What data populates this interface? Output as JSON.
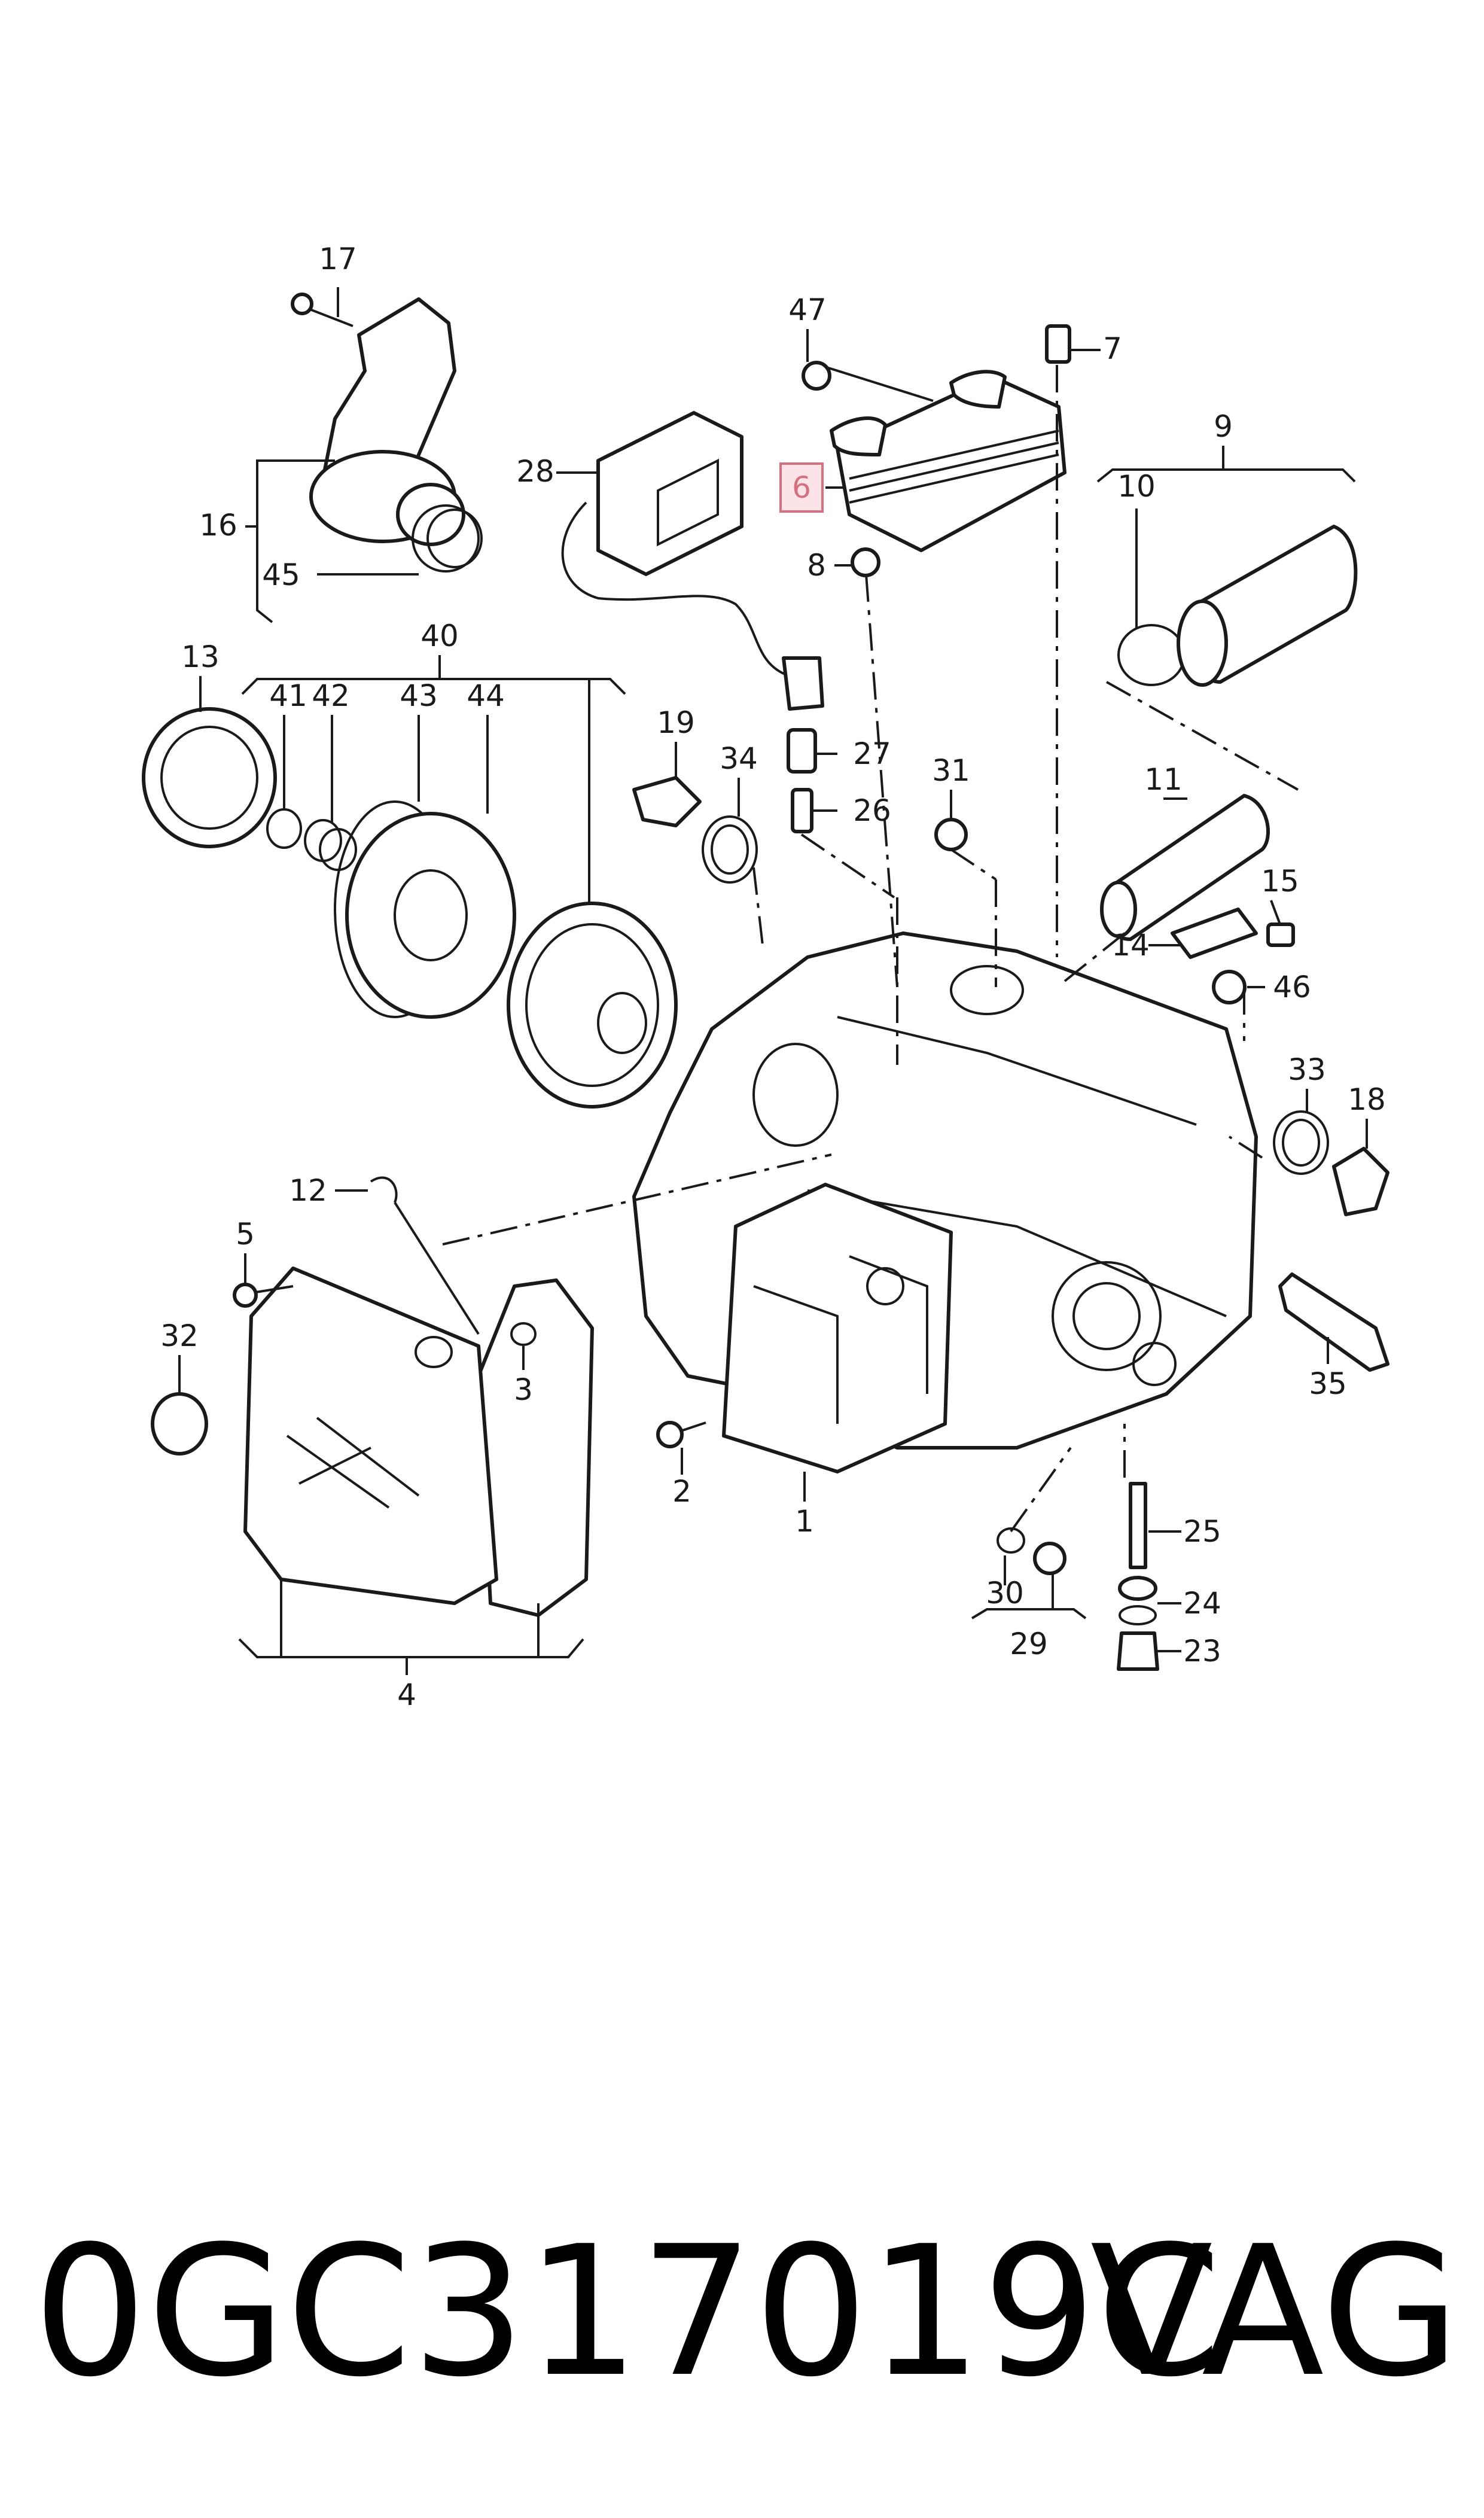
{
  "labels": {
    "l1": "1",
    "l2": "2",
    "l3": "3",
    "l4": "4",
    "l5": "5",
    "l6": "6",
    "l7": "7",
    "l8": "8",
    "l9": "9",
    "l10": "10",
    "l11": "11",
    "l12": "12",
    "l13": "13",
    "l14": "14",
    "l15": "15",
    "l16": "16",
    "l17": "17",
    "l18": "18",
    "l19": "19",
    "l23": "23",
    "l24": "24",
    "l25": "25",
    "l26": "26",
    "l27": "27",
    "l28": "28",
    "l29": "29",
    "l30": "30",
    "l31": "31",
    "l32": "32",
    "l33": "33",
    "l34": "34",
    "l35": "35",
    "l40": "40",
    "l41": "41",
    "l42": "42",
    "l43": "43",
    "l44": "44",
    "l45": "45",
    "l46": "46",
    "l47": "47"
  },
  "highlighted_label": "6",
  "footer": {
    "part_number": "0GC317019C",
    "brand": "VAG"
  },
  "colors": {
    "line": "#1a1a1a",
    "highlight_fill": "#fbe3e8",
    "highlight_stroke": "#d4707f"
  }
}
